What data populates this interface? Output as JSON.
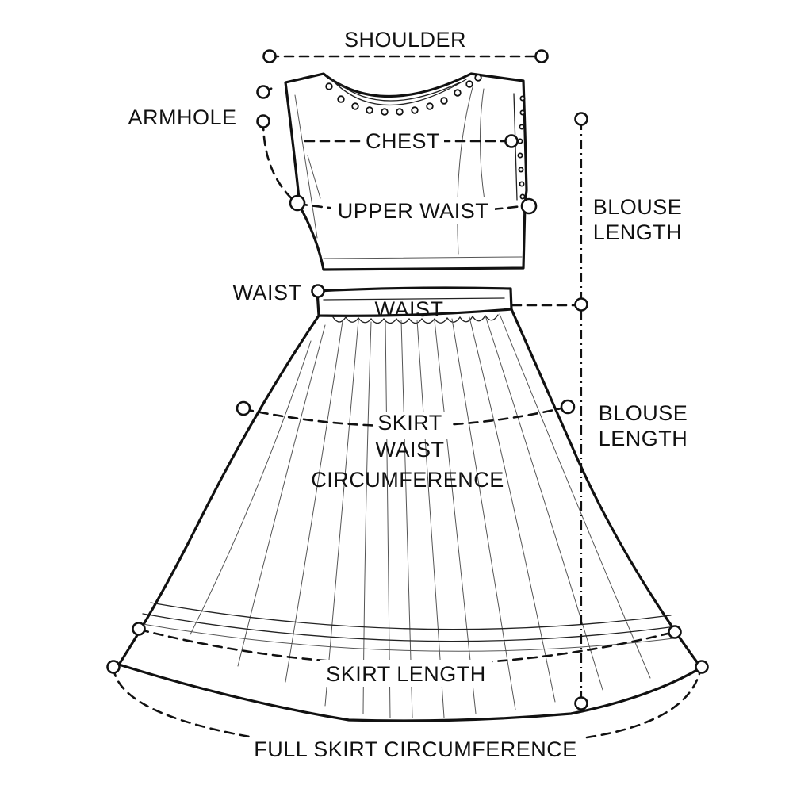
{
  "labels": {
    "shoulder": "SHOULDER",
    "armhole": "ARMHOLE",
    "chest": "CHEST",
    "upper_waist": "UPPER WAIST",
    "blouse_length_1": [
      "BLOUSE",
      "LENGTH"
    ],
    "waist_left": "WAIST",
    "waist_band": "WAIST",
    "blouse_length_2": [
      "BLOUSE",
      "LENGTH"
    ],
    "skirt_waist_circumference": [
      "SKIRT",
      "WAIST",
      "CIRCUMFERENCE"
    ],
    "skirt_length": "SKIRT LENGTH",
    "full_skirt_circumference": "FULL SKIRT CIRCUMFERENCE"
  },
  "colors": {
    "ink": "#111111",
    "background": "#ffffff"
  }
}
